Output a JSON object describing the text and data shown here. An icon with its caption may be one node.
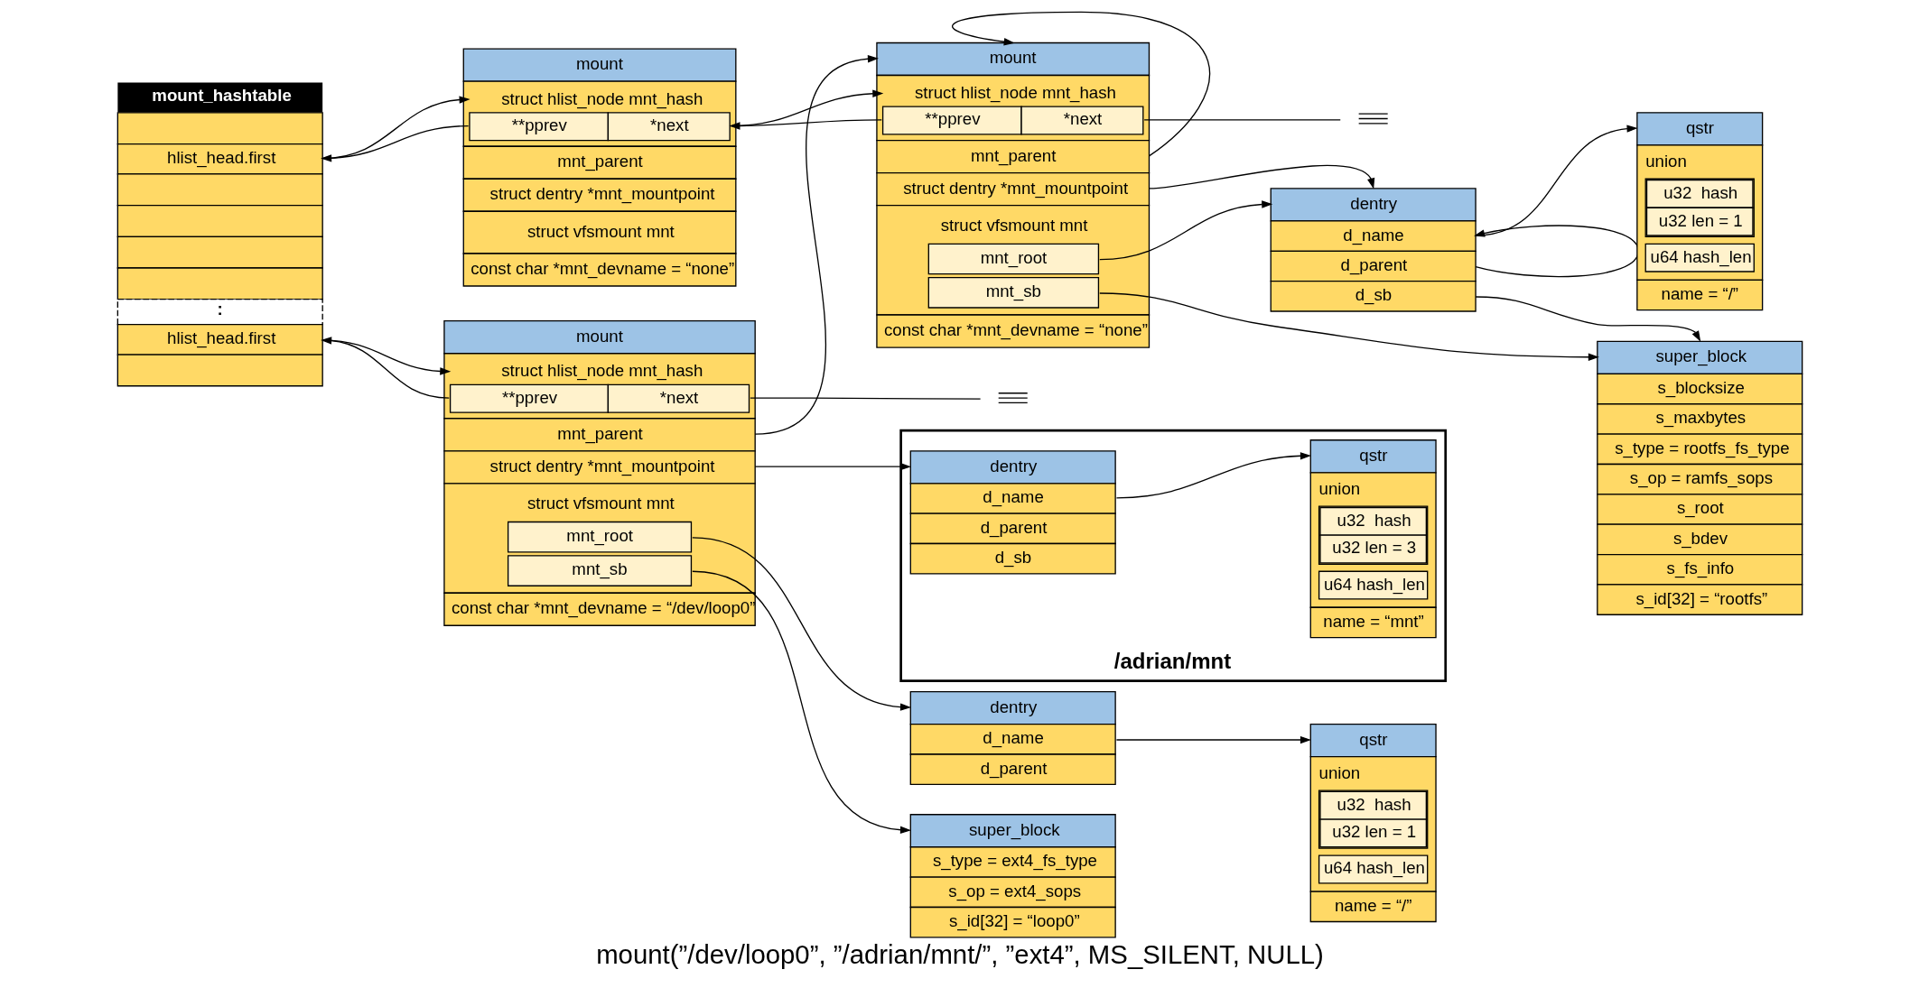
{
  "diagram": {
    "caption": "mount(”/dev/loop0”, ”/adrian/mnt/”, ”ext4”, MS_SILENT, NULL)",
    "nodes": [
      {
        "text": [
          "mount_hashtable",
          "hlist_head.first",
          ":",
          "hlist_head.first"
        ]
      },
      {
        "text": [
          "mount",
          "struct hlist_node mnt_hash",
          "**pprev",
          "*next",
          "mnt_parent",
          "struct dentry *mnt_mountpoint",
          "struct vfsmount mnt",
          "const char *mnt_devname = “none”"
        ]
      },
      {
        "text": [
          "mount",
          "struct hlist_node mnt_hash",
          "**pprev",
          "*next",
          "mnt_parent",
          "struct dentry *mnt_mountpoint",
          "struct vfsmount mnt",
          "mnt_root",
          "mnt_sb",
          "const char *mnt_devname = “none”"
        ]
      },
      {
        "text": [
          "dentry",
          "d_name",
          "d_parent",
          "d_sb"
        ]
      },
      {
        "text": [
          "qstr",
          "union",
          "u32  hash",
          "u32 len = 1",
          "u64 hash_len",
          "name = “/”"
        ]
      },
      {
        "text": [
          "super_block",
          "s_blocksize",
          "s_maxbytes",
          "s_type = rootfs_fs_type",
          "s_op = ramfs_sops",
          "s_root",
          "s_bdev",
          "s_fs_info",
          "s_id[32] = “rootfs”"
        ]
      },
      {
        "text": [
          "/adrian/mnt"
        ]
      },
      {
        "text": [
          "dentry",
          "d_name",
          "d_parent",
          "d_sb"
        ],
        "in": 6
      },
      {
        "text": [
          "qstr",
          "union",
          "u32  hash",
          "u32 len = 3",
          "u64 hash_len",
          "name = “mnt”"
        ],
        "in": 6
      },
      {
        "text": [
          "mount",
          "struct hlist_node mnt_hash",
          "**pprev",
          "*next",
          "mnt_parent",
          "struct dentry *mnt_mountpoint",
          "struct vfsmount mnt",
          "mnt_root",
          "mnt_sb",
          "const char *mnt_devname = “/dev/loop0”"
        ]
      },
      {
        "text": [
          "dentry",
          "d_name",
          "d_parent"
        ]
      },
      {
        "text": [
          "qstr",
          "union",
          "u32  hash",
          "u32 len = 1",
          "u64 hash_len",
          "name = “/”"
        ]
      },
      {
        "text": [
          "super_block",
          "s_type = ext4_fs_type",
          "s_op = ext4_sops",
          "s_id[32] = “loop0”"
        ]
      },
      {
        "text": [],
        "shape": "ground"
      },
      {
        "text": [],
        "shape": "ground"
      }
    ],
    "edges": [
      {
        "from": 0,
        "to": 1,
        "arrow": "to"
      },
      {
        "from": 1,
        "to": 0,
        "arrow": "to"
      },
      {
        "from": 1,
        "to": 2,
        "arrow": "to"
      },
      {
        "from": 2,
        "to": 1,
        "arrow": "to"
      },
      {
        "from": 2,
        "to": 13,
        "arrow": "none"
      },
      {
        "from": 2,
        "to": 2,
        "arrow": "to"
      },
      {
        "from": 2,
        "to": 3,
        "arrow": "to"
      },
      {
        "from": 2,
        "to": 3,
        "arrow": "to"
      },
      {
        "from": 2,
        "to": 5,
        "arrow": "to"
      },
      {
        "from": 3,
        "to": 3,
        "arrow": "to"
      },
      {
        "from": 3,
        "to": 4,
        "arrow": "to"
      },
      {
        "from": 3,
        "to": 5,
        "arrow": "to"
      },
      {
        "from": 0,
        "to": 9,
        "arrow": "to"
      },
      {
        "from": 9,
        "to": 0,
        "arrow": "to"
      },
      {
        "from": 9,
        "to": 14,
        "arrow": "none"
      },
      {
        "from": 9,
        "to": 2,
        "arrow": "to"
      },
      {
        "from": 9,
        "to": 7,
        "arrow": "to"
      },
      {
        "from": 9,
        "to": 10,
        "arrow": "to"
      },
      {
        "from": 9,
        "to": 12,
        "arrow": "to"
      },
      {
        "from": 10,
        "to": 11,
        "arrow": "to"
      },
      {
        "from": 7,
        "to": 8,
        "arrow": "to"
      }
    ]
  }
}
